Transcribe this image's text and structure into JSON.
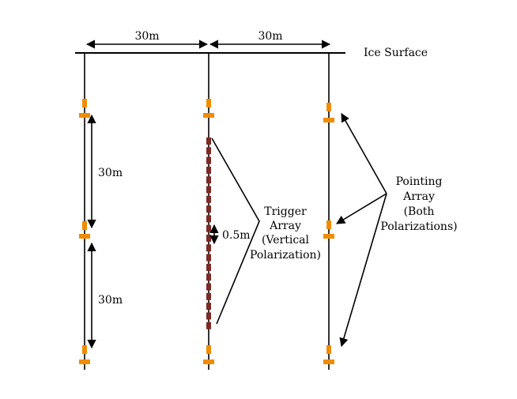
{
  "labels": {
    "top_spacing_left": "30m",
    "top_spacing_right": "30m",
    "ice_surface": "Ice Surface",
    "vertical_spacing_upper": "30m",
    "vertical_spacing_lower": "30m",
    "antenna_spacing": "0.5m",
    "trigger_array": [
      "Trigger",
      "Array",
      "(Vertical",
      "Polarization)"
    ],
    "pointing_array": [
      "Pointing",
      "Array",
      "(Both",
      "Polarizations)"
    ]
  },
  "colors": {
    "line": "#000000",
    "pointing_antenna": "#f08c00",
    "trigger_antenna": "#7b2a24"
  }
}
